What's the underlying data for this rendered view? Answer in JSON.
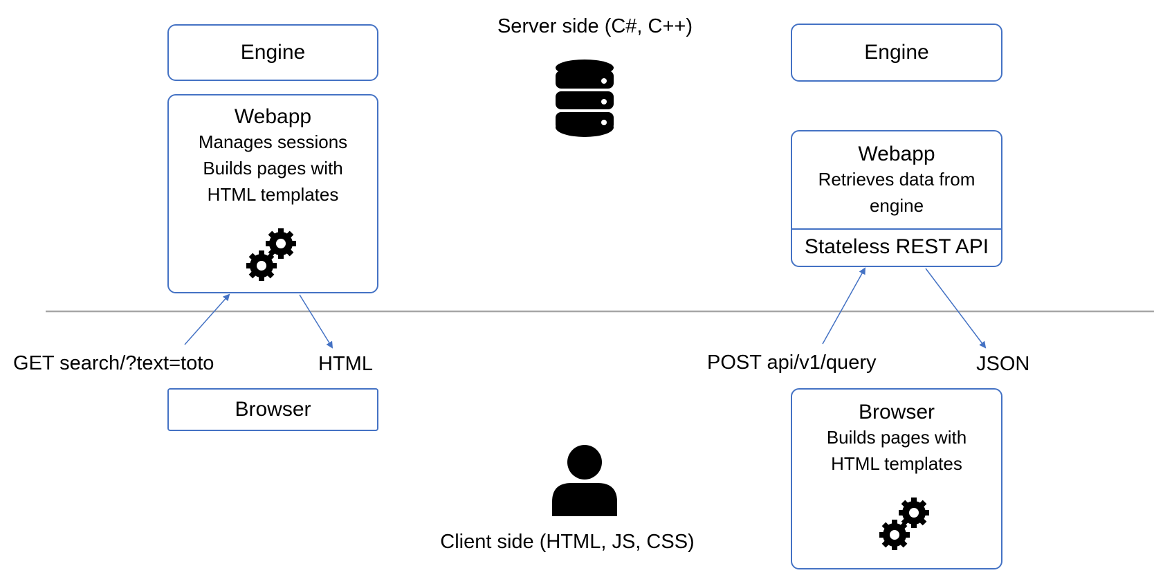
{
  "server_label": "Server side (C#, C++)",
  "client_label": "Client side (HTML, JS, CSS)",
  "left": {
    "engine": "Engine",
    "webapp_title": "Webapp",
    "webapp_lines": [
      "Manages sessions",
      "Builds pages with",
      "HTML templates"
    ],
    "request_label": "GET search/?text=toto",
    "response_label": "HTML",
    "browser": "Browser"
  },
  "right": {
    "engine": "Engine",
    "webapp_title": "Webapp",
    "webapp_lines": [
      "Retrieves data from",
      "engine"
    ],
    "api_label": "Stateless REST API",
    "request_label": "POST api/v1/query",
    "response_label": "JSON",
    "browser_title": "Browser",
    "browser_lines": [
      "Builds pages with",
      "HTML templates"
    ]
  },
  "icons": [
    "database-icon",
    "gears-icon",
    "user-icon"
  ],
  "colors": {
    "box_border": "#4472c4",
    "arrow": "#4472c4",
    "divider": "#a6a6a6"
  }
}
